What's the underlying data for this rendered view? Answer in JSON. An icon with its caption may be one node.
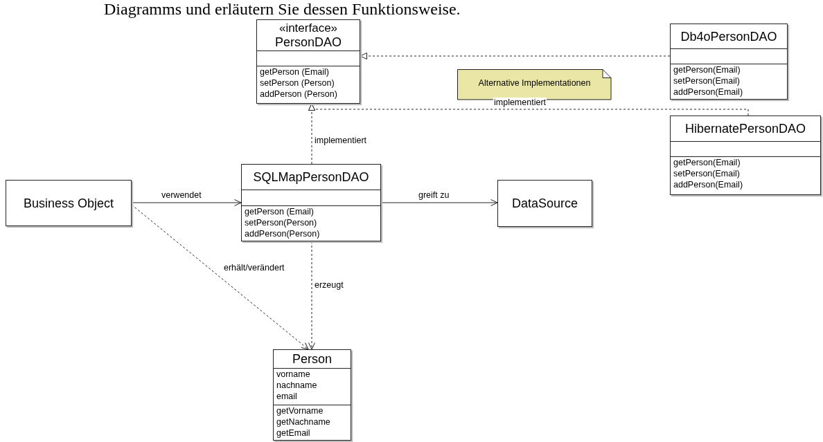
{
  "diagram": {
    "nodes": [
      {
        "text": [
          "«interface»",
          "PersonDAO",
          "getPerson (Email)",
          "setPerson (Person)",
          "addPerson (Person)"
        ]
      },
      {
        "text": [
          "Db4oPersonDAO",
          "getPerson(Email)",
          "setPerson(Email)",
          "addPerson(Email)"
        ]
      },
      {
        "text": [
          "Alternative Implementationen"
        ]
      },
      {
        "text": [
          "HibernatePersonDAO",
          "getPerson(Email)",
          "setPerson(Email)",
          "addPerson(Email)"
        ]
      },
      {
        "text": [
          "Business Object"
        ]
      },
      {
        "text": [
          "SQLMapPersonDAO",
          "getPerson (Email)",
          "setPerson(Person)",
          "addPerson(Person)"
        ]
      },
      {
        "text": [
          "DataSource"
        ]
      },
      {
        "text": [
          "Person",
          "vorname",
          "nachname",
          "email",
          "getVorname",
          "getNachname",
          "getEmail"
        ]
      }
    ],
    "edges": [
      {
        "from": 1,
        "to": 0,
        "arrow": "to",
        "style": "dashed"
      },
      {
        "from": 3,
        "to": 0,
        "arrow": "to",
        "style": "dashed",
        "label": "implementiert"
      },
      {
        "from": 5,
        "to": 0,
        "arrow": "to",
        "style": "dashed",
        "label": "implementiert"
      },
      {
        "from": 4,
        "to": 5,
        "arrow": "to",
        "label": "verwendet"
      },
      {
        "from": 5,
        "to": 6,
        "arrow": "to",
        "label": "greift zu"
      },
      {
        "from": 4,
        "to": 7,
        "arrow": "to",
        "style": "dashed",
        "label": "erhält/verändert"
      },
      {
        "from": 5,
        "to": 7,
        "arrow": "to",
        "style": "dashed",
        "label": "erzeugt"
      }
    ],
    "labels": [
      "Diagramms und erläutern Sie dessen Funktionsweise."
    ]
  }
}
